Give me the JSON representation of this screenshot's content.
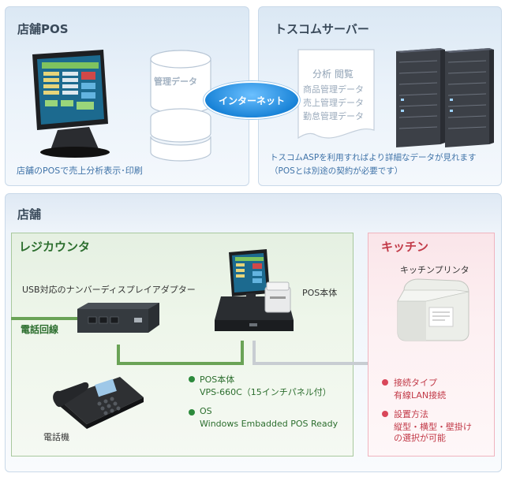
{
  "store_pos_panel": {
    "title": "店舗POS",
    "database_label": "管理データ",
    "caption": "店舗のPOSで売上分析表示･印刷"
  },
  "internet_label": "インターネット",
  "server_panel": {
    "title": "トスコムサーバー",
    "document_heading": "分析 閲覧",
    "document_lines": [
      "商品管理データ",
      "売上管理データ",
      "勤怠管理データ"
    ],
    "caption_line1": "トスコムASPを利用すればより詳細なデータが見れます",
    "caption_line2": "（POSとは別途の契約が必要です）"
  },
  "store_section": {
    "title": "店舗",
    "register_counter": {
      "title": "レジカウンタ",
      "usb_adapter_label": "USB対応のナンバーディスプレイアダプター",
      "phone_line_label": "電話回線",
      "pos_main_label": "POS本体",
      "phone_label": "電話機",
      "specs": [
        {
          "heading": "POS本体",
          "detail": "VPS-660C（15インチパネル付）"
        },
        {
          "heading": "OS",
          "detail": "Windows Embadded POS Ready"
        }
      ]
    },
    "kitchen": {
      "title": "キッチン",
      "printer_label": "キッチンプリンタ",
      "specs": [
        {
          "heading": "接続タイプ",
          "detail": "有線LAN接続"
        },
        {
          "heading": "設置方法",
          "detail": "縦型・横型・壁掛け",
          "detail2": "の選択が可能"
        }
      ]
    }
  },
  "colors": {
    "green_accent": "#2c6e2e",
    "red_accent": "#c23a48",
    "blue_caption": "#3f73a8",
    "internet_blue": "#1a84d8"
  }
}
